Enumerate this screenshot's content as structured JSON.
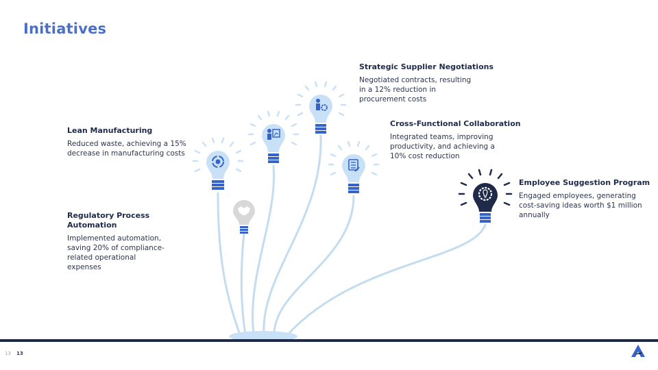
{
  "page": {
    "title": "Initiatives"
  },
  "initiatives": [
    {
      "title": "Lean Manufacturing",
      "desc": "Reduced waste, achieving a 15% decrease in manufacturing costs",
      "icon": "gear-cycle-icon"
    },
    {
      "title": "Regulatory Process Automation",
      "desc": "Implemented automation, saving 20% of compliance-related operational expenses",
      "icon": "handshake-icon"
    },
    {
      "title": "Strategic Supplier Negotiations",
      "desc": "Negotiated contracts, resulting in a 12% reduction in procurement costs",
      "icon": "person-gear-icon"
    },
    {
      "title": "Cross-Functional Collaboration",
      "desc": "Integrated teams, improving productivity, and achieving a 10% cost reduction",
      "icon": "checklist-icon"
    },
    {
      "title": "Employee Suggestion Program",
      "desc": "Engaged employees, generating cost-saving ideas worth $1 million annually",
      "icon": "bulb-gear-icon"
    }
  ],
  "extra_icon": "presentation-chart-icon",
  "footer": {
    "page_number_light": "13",
    "page_number_dark": "13",
    "logo_icon": "brand-a-logo-icon"
  },
  "colors": {
    "title": "#4a6fc4",
    "bulb_light": "#c9e1f7",
    "bulb_base": "#3563c9",
    "bulb_dark": "#1f2a4a",
    "stem": "#c4dcf0",
    "bulb_gray": "#d8d8d8"
  }
}
